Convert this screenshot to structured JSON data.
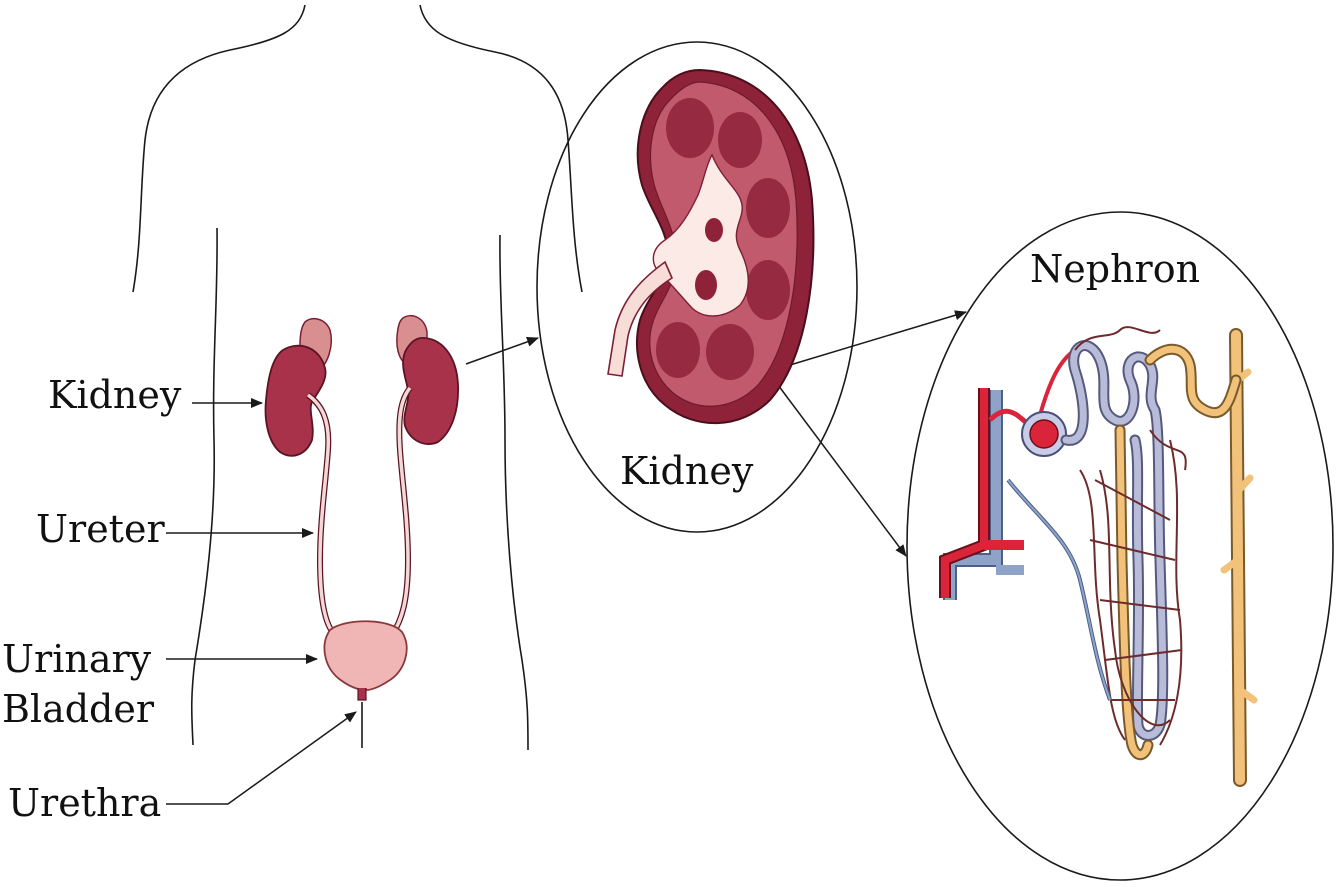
{
  "labels": {
    "kidney_left": "Kidney",
    "ureter": "Ureter",
    "bladder_line1": "Urinary",
    "bladder_line2": "Bladder",
    "urethra": "Urethra",
    "kidney_zoom": "Kidney",
    "nephron": "Nephron"
  },
  "colors": {
    "kidney": "#a8324a",
    "kidney_dark": "#7d1f35",
    "kidney_light": "#f3d9d5",
    "adrenal": "#d98f8f",
    "bladder": "#f0b6b6",
    "artery": "#d9243a",
    "vein": "#8fa3c9",
    "tubule_blue": "#b8bcd8",
    "tubule_yellow": "#f2c27a",
    "capillary": "#6e2b2b"
  },
  "icons": {
    "body": "human-torso-outline-icon",
    "kidney": "kidney-icon",
    "kidney_section": "kidney-cross-section-icon",
    "bladder": "bladder-icon",
    "nephron": "nephron-icon"
  }
}
